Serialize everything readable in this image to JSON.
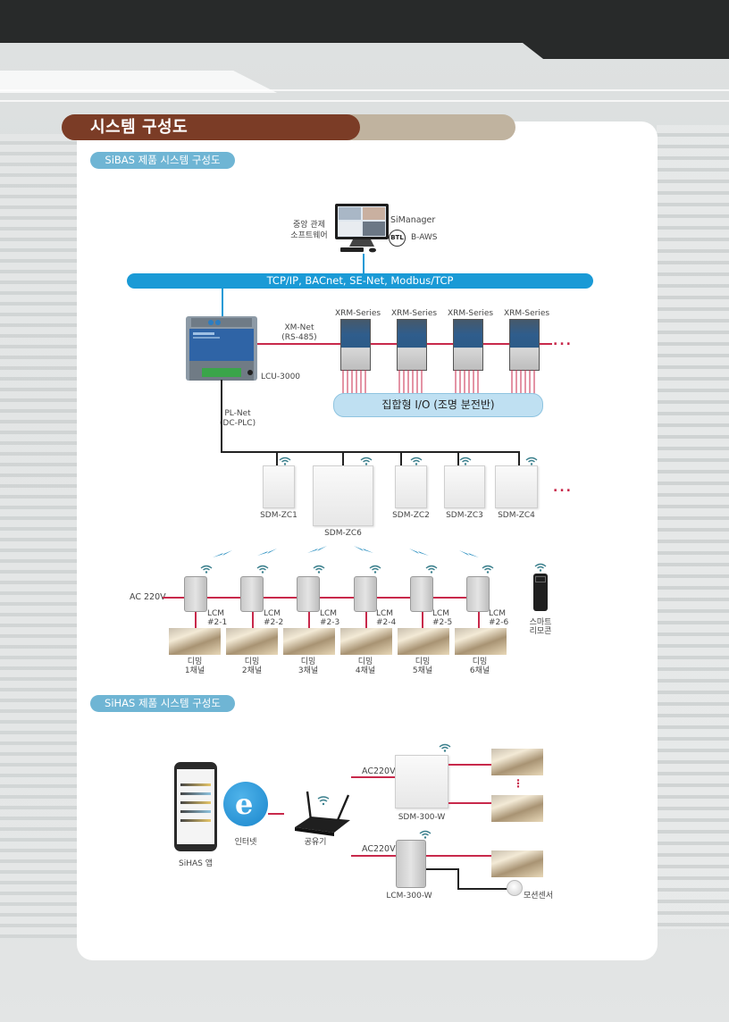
{
  "page": {
    "title": "시스템 구성도",
    "colors": {
      "title_primary": "#7b3c26",
      "title_secondary": "#c0b39f",
      "pill": "#6fb5d4",
      "network_bar": "#1a9ad6",
      "power_line": "#c8294b",
      "io_bar": "#bfe0f2"
    }
  },
  "sibas": {
    "section_label": "SiBAS 제품 시스템 구성도",
    "central_software": {
      "label_line1": "중앙 관제",
      "label_line2": "소프트웨어",
      "product": "SiManager",
      "certification_badge": "BTL",
      "certification": "B-AWS"
    },
    "network_bar": "TCP/IP, BACnet, SE-Net, Modbus/TCP",
    "controller": {
      "name": "LCU-3000",
      "xm_net_line1": "XM-Net",
      "xm_net_line2": "(RS-485)",
      "pl_net_line1": "PL-Net",
      "pl_net_line2": "(DC-PLC)"
    },
    "xrm_modules": [
      "XRM-Series",
      "XRM-Series",
      "XRM-Series",
      "XRM-Series"
    ],
    "more_indicator": "...",
    "io_panel": "집합형 I/O (조명 분전반)",
    "switches": [
      "SDM-ZC1",
      "SDM-ZC6",
      "SDM-ZC2",
      "SDM-ZC3",
      "SDM-ZC4"
    ],
    "ac_label": "AC 220V",
    "lcm_modules": [
      {
        "line1": "LCM",
        "line2": "#2-1"
      },
      {
        "line1": "LCM",
        "line2": "#2-2"
      },
      {
        "line1": "LCM",
        "line2": "#2-3"
      },
      {
        "line1": "LCM",
        "line2": "#2-4"
      },
      {
        "line1": "LCM",
        "line2": "#2-5"
      },
      {
        "line1": "LCM",
        "line2": "#2-6"
      }
    ],
    "dimming_channels": [
      {
        "line1": "디밍",
        "line2": "1채널"
      },
      {
        "line1": "디밍",
        "line2": "2채널"
      },
      {
        "line1": "디밍",
        "line2": "3채널"
      },
      {
        "line1": "디밍",
        "line2": "4채널"
      },
      {
        "line1": "디밍",
        "line2": "5채널"
      },
      {
        "line1": "디밍",
        "line2": "6채널"
      }
    ],
    "remote": {
      "line1": "스마트",
      "line2": "리모콘"
    }
  },
  "sihas": {
    "section_label": "SiHAS 제품 시스템 구성도",
    "app_label": "SiHAS 앱",
    "internet_label": "인터넷",
    "router_label": "공유기",
    "ac_label_1": "AC220V",
    "ac_label_2": "AC220V",
    "switch_name": "SDM-300-W",
    "module_name": "LCM-300-W",
    "sensor_label": "모션센서",
    "vertical_ellipsis": "⋮"
  }
}
